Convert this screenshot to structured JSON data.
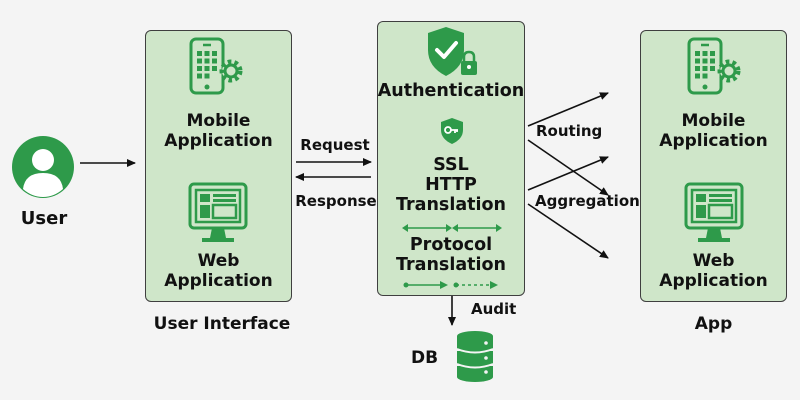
{
  "colors": {
    "panel_fill": "#cfe6c9",
    "icon_green": "#2e9a4a",
    "icon_dark": "#1f7a38",
    "background": "#f4f4f4",
    "arrow": "#111111"
  },
  "user": {
    "label": "User",
    "icon": "user-avatar-icon"
  },
  "user_interface": {
    "caption": "User Interface",
    "mobile_label": "Mobile\nApplication",
    "mobile_icon": "mobile-gear-icon",
    "web_label": "Web\nApplication",
    "web_icon": "web-monitor-icon"
  },
  "gateway": {
    "auth_label": "Authentication",
    "auth_icon": "shield-lock-icon",
    "ssl_icon": "shield-key-icon",
    "ssl_label": "SSL\nHTTP\nTranslation",
    "protocol_label": "Protocol\nTranslation"
  },
  "links": {
    "request": "Request",
    "response": "Response",
    "routing": "Routing",
    "aggregation": "Aggregation",
    "audit": "Audit"
  },
  "db": {
    "label": "DB",
    "icon": "database-icon"
  },
  "app": {
    "caption": "App",
    "mobile_label": "Mobile\nApplication",
    "mobile_icon": "mobile-gear-icon",
    "web_label": "Web\nApplication",
    "web_icon": "web-monitor-icon"
  }
}
